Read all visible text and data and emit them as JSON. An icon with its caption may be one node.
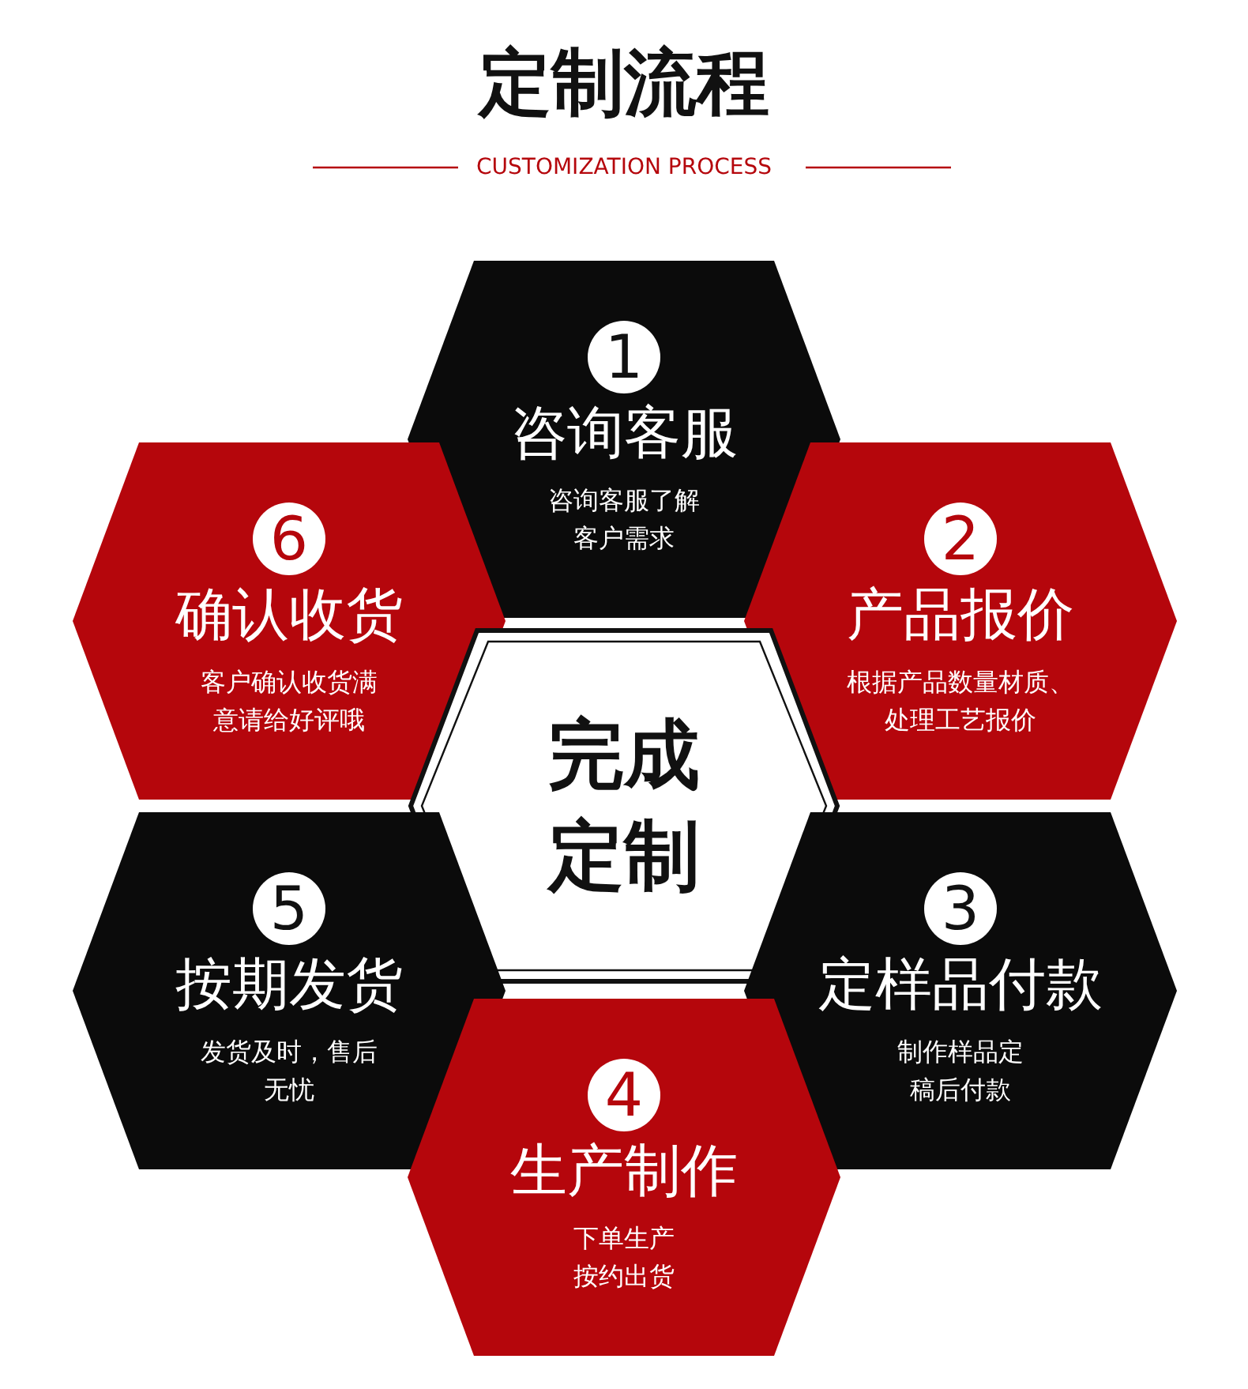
{
  "diagram": {
    "title": "定制流程",
    "nodes": [
      {
        "text": [
          "1",
          "咨询客服",
          "咨询客服了解客户需求"
        ]
      },
      {
        "text": [
          "2",
          "产品报价",
          "根据产品数量材质、处理工艺报价"
        ]
      },
      {
        "text": [
          "6",
          "确认收货",
          "客户确认收货满意请给好评哦"
        ]
      },
      {
        "text": [
          "完成定制"
        ]
      },
      {
        "text": [
          "5",
          "按期发货",
          "发货及时，售后无忧"
        ]
      },
      {
        "text": [
          "3",
          "定样品付款",
          "制作样品定稿后付款"
        ]
      },
      {
        "text": [
          "4",
          "生产制作",
          "下单生产按约出货"
        ]
      }
    ],
    "edges": [],
    "labels": [
      "CUSTOMIZATION PROCESS"
    ]
  }
}
